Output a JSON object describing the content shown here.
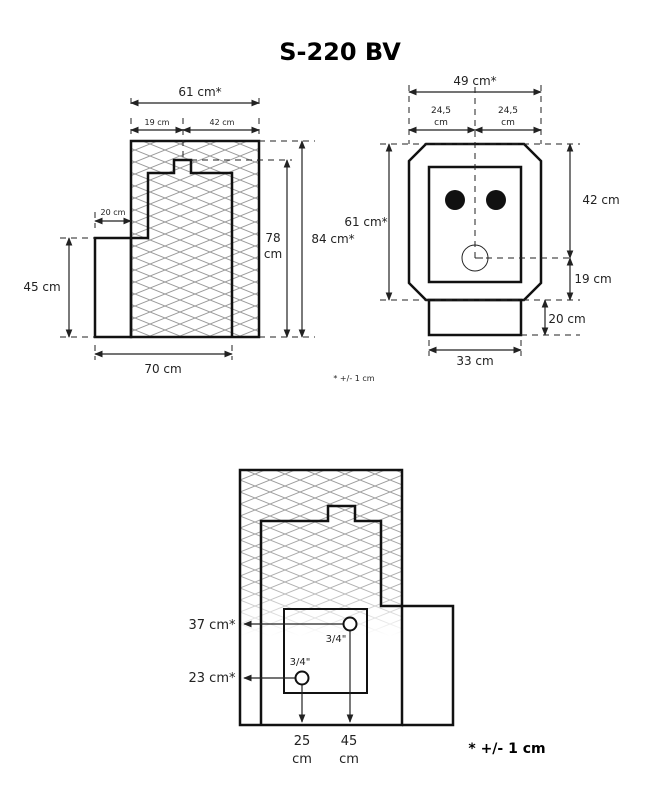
{
  "title": "S-220 BV",
  "side_view": {
    "width_total": "61 cm*",
    "width_left": "19 cm",
    "width_right": "42 cm",
    "tank_width": "20 cm",
    "tank_height": "45 cm",
    "inner_height_num": "78",
    "inner_height_unit": "cm",
    "total_height": "84 cm*",
    "base_width": "70 cm",
    "tolerance": "* +/- 1 cm"
  },
  "front_view": {
    "width_total": "49 cm*",
    "half_left_num": "24,5",
    "half_left_unit": "cm",
    "half_right_num": "24,5",
    "half_right_unit": "cm",
    "height_total": "61 cm*",
    "upper_height": "42 cm",
    "lower_height": "19 cm",
    "base_height": "20 cm",
    "base_width": "33 cm"
  },
  "rear_view": {
    "upper_outlet_height": "37 cm*",
    "lower_outlet_height": "23 cm*",
    "upper_outlet_size": "3/4\"",
    "lower_outlet_size": "3/4\"",
    "lower_outlet_x_num": "25",
    "lower_outlet_x_unit": "cm",
    "upper_outlet_x_num": "45",
    "upper_outlet_x_unit": "cm",
    "tolerance": "* +/- 1 cm"
  }
}
